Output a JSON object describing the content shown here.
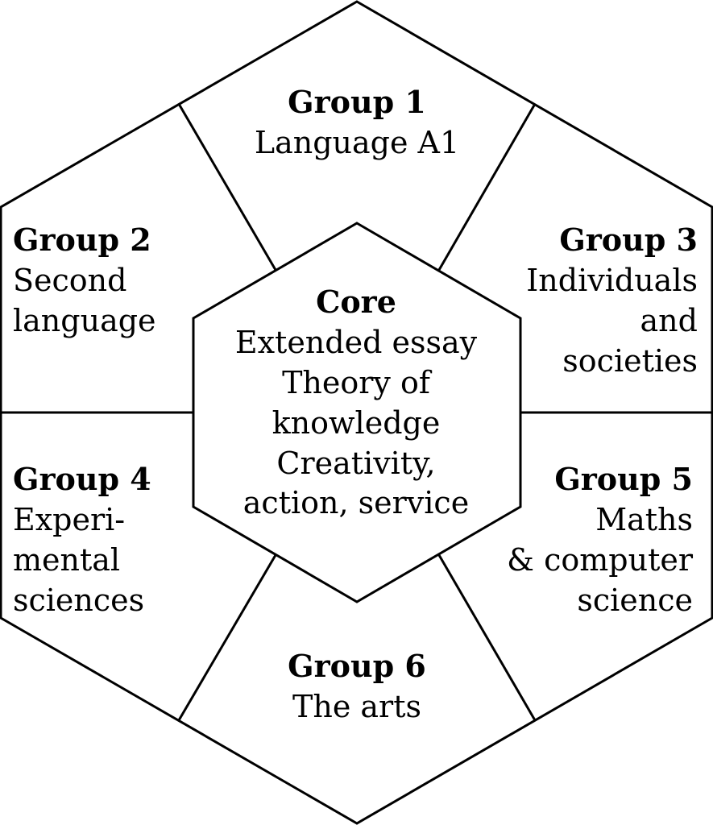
{
  "core": {
    "heading": "Core",
    "lines": [
      "Extended essay",
      "Theory of",
      "knowledge",
      "Creativity,",
      "action, service"
    ]
  },
  "groups": [
    {
      "heading": "Group 1",
      "lines": [
        "Language A1"
      ]
    },
    {
      "heading": "Group 2",
      "lines": [
        "Second",
        "language"
      ]
    },
    {
      "heading": "Group 3",
      "lines": [
        "Individuals",
        "and",
        "societies"
      ]
    },
    {
      "heading": "Group 4",
      "lines": [
        "Experi-",
        "mental",
        "sciences"
      ]
    },
    {
      "heading": "Group 5",
      "lines": [
        "Maths",
        "& computer",
        "science"
      ]
    },
    {
      "heading": "Group 6",
      "lines": [
        "The arts"
      ]
    }
  ]
}
